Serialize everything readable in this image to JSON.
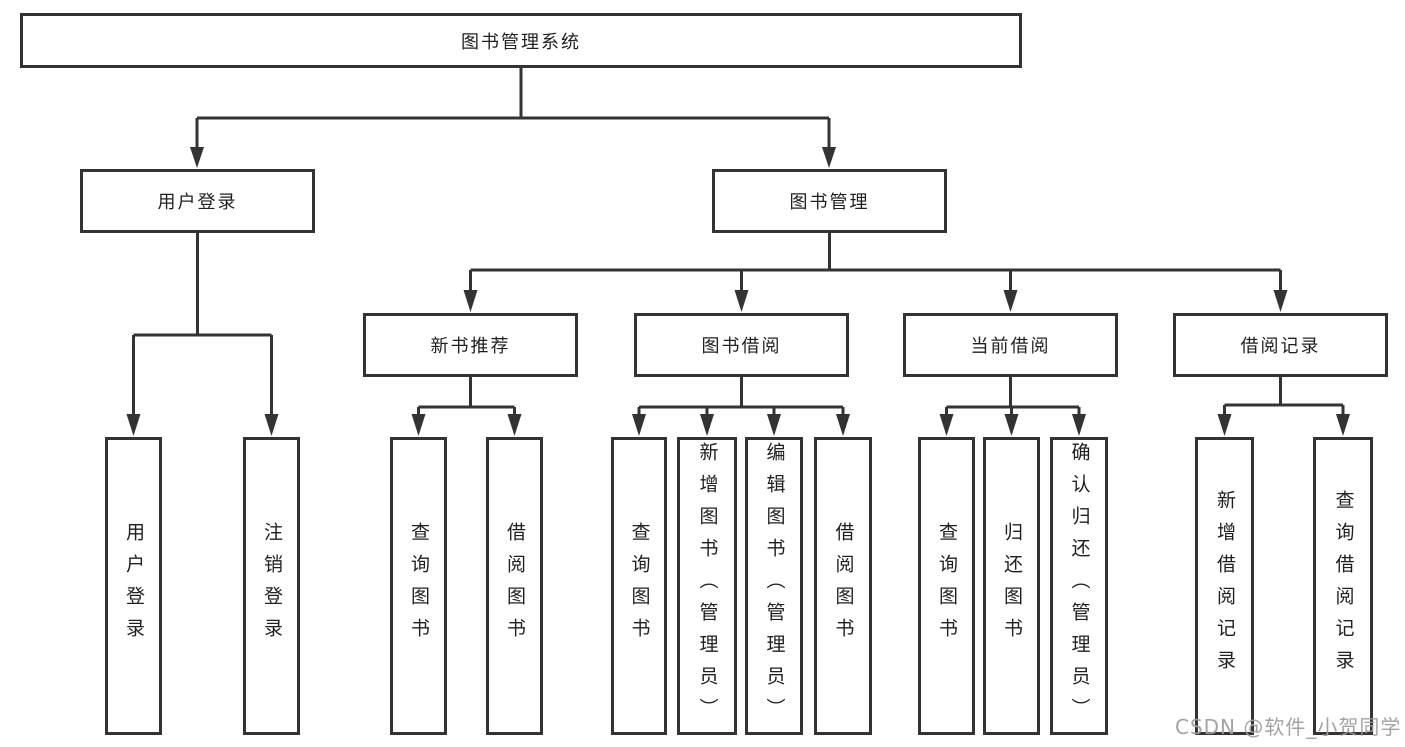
{
  "diagram": {
    "root": "图书管理系统",
    "level2": [
      "用户登录",
      "图书管理"
    ],
    "level3": [
      "新书推荐",
      "图书借阅",
      "当前借阅",
      "借阅记录"
    ],
    "leaves": {
      "user_login": [
        "用户登录",
        "注销登录"
      ],
      "new_books": [
        "查询图书",
        "借阅图书"
      ],
      "book_borrow": [
        "查询图书",
        "新增图书（管理员）",
        "编辑图书（管理员）",
        "借阅图书"
      ],
      "current_borrow": [
        "查询图书",
        "归还图书",
        "确认归还（管理员）"
      ],
      "borrow_records": [
        "新增借阅记录",
        "查询借阅记录"
      ]
    }
  },
  "watermark": "CSDN @软件_小贺同学",
  "colors": {
    "line": "#333333",
    "box_border": "#333333",
    "text": "#1f1f1f",
    "watermark": "#9e9e9e",
    "background": "#ffffff"
  }
}
